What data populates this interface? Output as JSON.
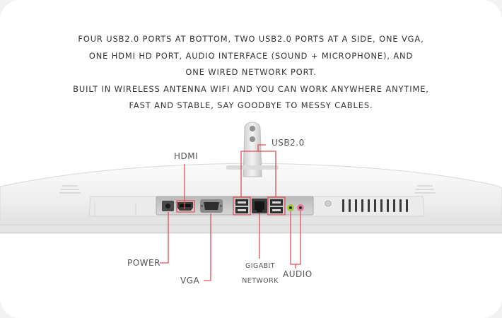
{
  "description": {
    "lines": [
      "FOUR USB2.0 PORTS AT BOTTOM, TWO USB2.0 PORTS AT A SIDE, ONE VGA,",
      "ONE HDMI HD PORT, AUDIO INTERFACE (SOUND + MICROPHONE),  AND",
      "ONE WIRED NETWORK PORT.",
      "BUILT IN WIRELESS ANTENNA WIFI AND YOU CAN WORK ANYWHERE ANYTIME,",
      "FAST AND STABLE, SAY GOODBYE TO MESSY CABLES."
    ]
  },
  "labels": {
    "usb": "USB2.0",
    "hdmi": "HDMI",
    "power": "POWER",
    "vga": "VGA",
    "gigabit_line1": "GIGABIT",
    "gigabit_line2": "NETWORK",
    "audio": "AUDIO"
  },
  "colors": {
    "callout_line": "#e0505a",
    "device_body": "#f1f1f1",
    "port_panel": "#c9c9c9",
    "text": "#333333"
  }
}
